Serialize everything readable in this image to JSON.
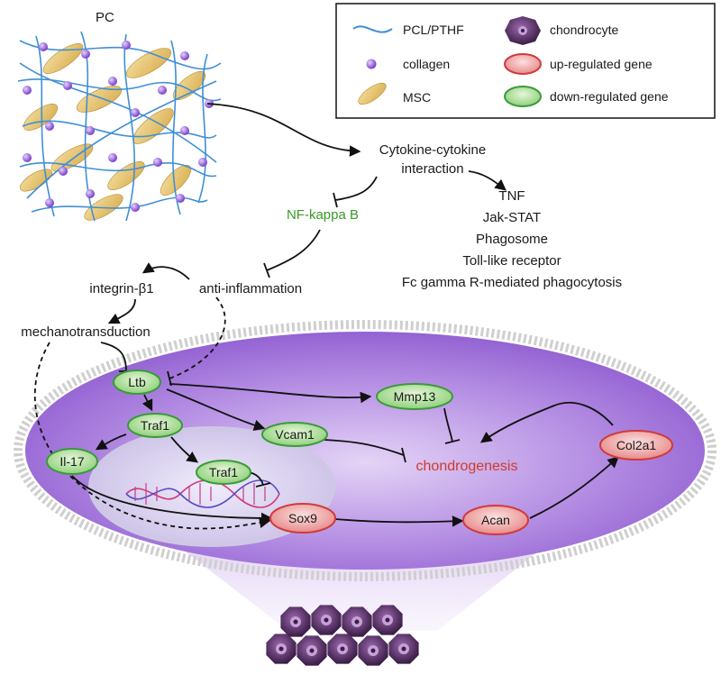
{
  "scaffold": {
    "title": "PC"
  },
  "legend": {
    "items": [
      {
        "label": "PCL/PTHF",
        "icon": "fiber-line-icon"
      },
      {
        "label": "collagen",
        "icon": "purple-dot-icon"
      },
      {
        "label": "MSC",
        "icon": "msc-cell-icon"
      },
      {
        "label": "chondrocyte",
        "icon": "chondrocyte-icon"
      },
      {
        "label": "up-regulated gene",
        "icon": "red-oval-icon"
      },
      {
        "label": "down-regulated gene",
        "icon": "green-oval-icon"
      }
    ]
  },
  "pathway": {
    "cytokine_line1": "Cytokine-cytokine",
    "cytokine_line2": "interaction",
    "nfkb": "NF-kappa B",
    "downstream": [
      "TNF",
      "Jak-STAT",
      "Phagosome",
      "Toll-like receptor",
      "Fc gamma R-mediated phagocytosis"
    ],
    "anti_inflammation": "anti-inflammation",
    "integrin": "integrin-β1",
    "mechanotransduction": "mechanotransduction"
  },
  "genes": {
    "ltb": "Ltb",
    "traf1": "Traf1",
    "traf1_nucleus": "Traf1",
    "il17": "Il-17",
    "vcam1": "Vcam1",
    "mmp13": "Mmp13",
    "sox9": "Sox9",
    "acan": "Acan",
    "col2a1": "Col2a1"
  },
  "outcome": {
    "chondrogenesis": "chondrogenesis"
  },
  "colors": {
    "fiber": "#3f8fd6",
    "collagen": "#8a4fd0",
    "msc": "#e8c872",
    "chondrocyte": "#4a2a55",
    "up_gene": "#d03a3a",
    "down_gene": "#4aa84a",
    "nfkb_text": "#3a9a2a",
    "chondrogenesis_text": "#d03a2a",
    "cell_fill": "#a070d8"
  }
}
